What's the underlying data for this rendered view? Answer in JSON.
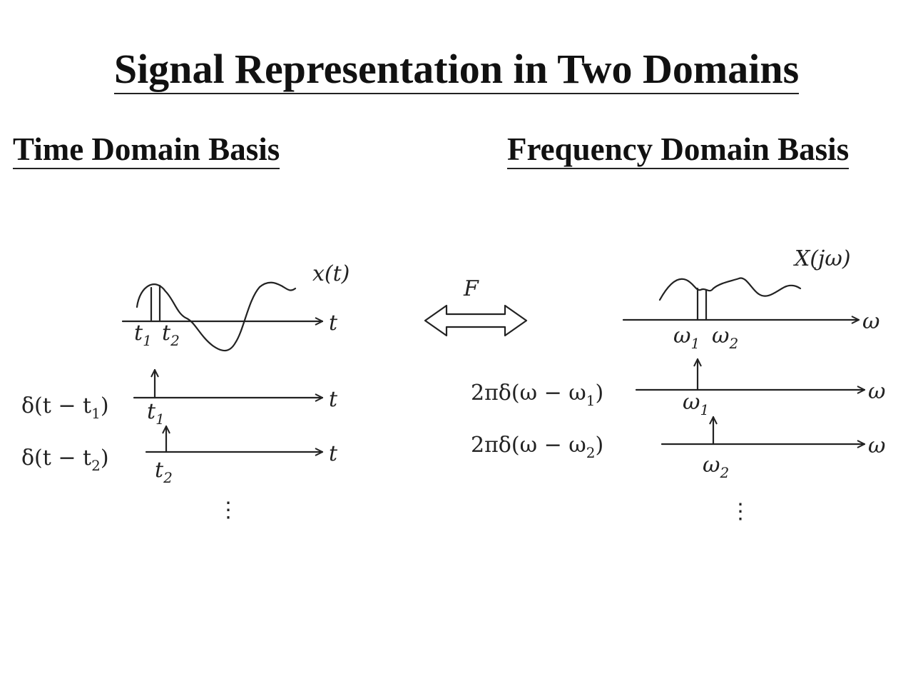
{
  "title": "Signal Representation in Two Domains",
  "headings": {
    "time": "Time Domain Basis",
    "frequency": "Frequency Domain Basis"
  },
  "transform": {
    "operator": "F"
  },
  "time_domain": {
    "signal_label": "x(t)",
    "axis_var": "t",
    "marks": [
      "t",
      "t"
    ],
    "mark_subs": [
      "1",
      "2"
    ],
    "basis": [
      {
        "label_pre": "δ(t − t",
        "label_sub": "1",
        "label_post": ")",
        "axis_var": "t",
        "mark": "t",
        "mark_sub": "1"
      },
      {
        "label_pre": "δ(t − t",
        "label_sub": "2",
        "label_post": ")",
        "axis_var": "t",
        "mark": "t",
        "mark_sub": "2"
      }
    ],
    "continuation": "⋮"
  },
  "frequency_domain": {
    "signal_label": "X(jω)",
    "axis_var": "ω",
    "marks": [
      "ω",
      "ω"
    ],
    "mark_subs": [
      "1",
      "2"
    ],
    "basis": [
      {
        "label_pre": "2πδ(ω − ω",
        "label_sub": "1",
        "label_post": ")",
        "axis_var": "ω",
        "mark": "ω",
        "mark_sub": "1"
      },
      {
        "label_pre": "2πδ(ω − ω",
        "label_sub": "2",
        "label_post": ")",
        "axis_var": "ω",
        "mark": "ω",
        "mark_sub": "2"
      }
    ],
    "continuation": "⋮"
  }
}
